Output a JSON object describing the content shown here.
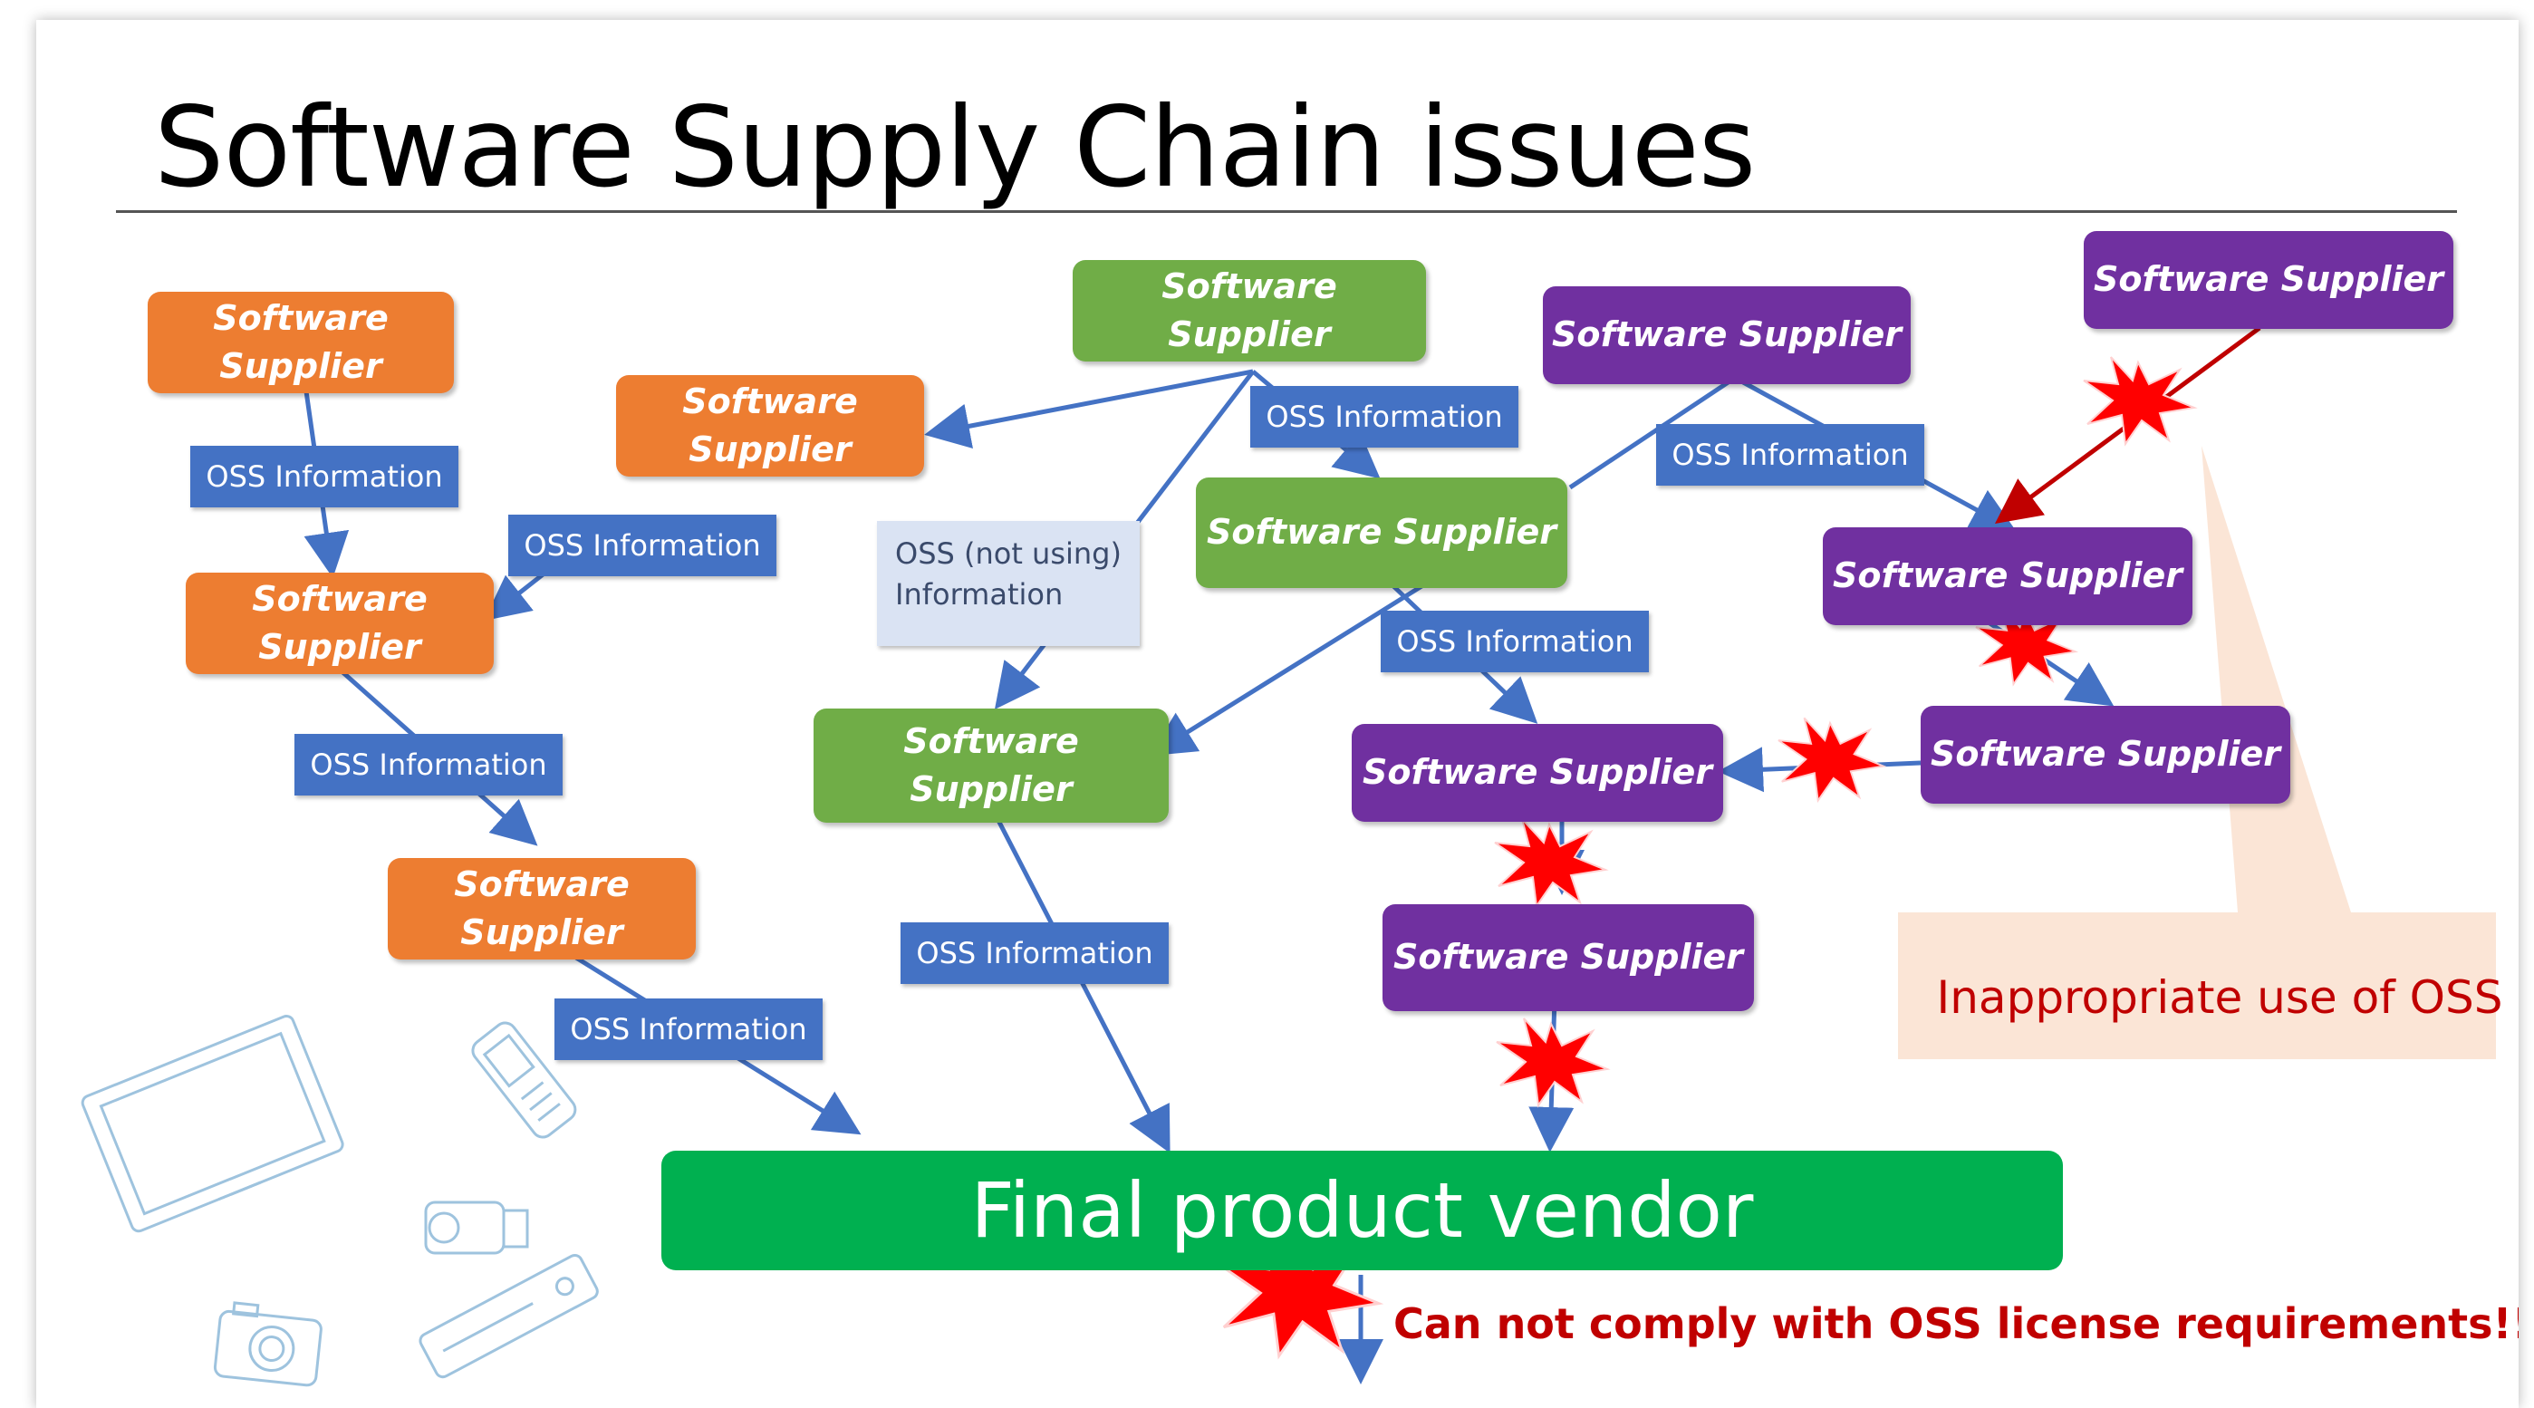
{
  "title": "Software Supply Chain issues",
  "supplier_label": "Software Supplier",
  "oss_label": "OSS Information",
  "oss_not_using_label": "OSS (not using) Information",
  "vendor_label": "Final product vendor",
  "callout_label": "Inappropriate use of OSS",
  "warning_label": "Can not comply with OSS license requirements!!",
  "colors": {
    "orange": "#ed7d31",
    "green": "#70ad47",
    "purple": "#7030a0",
    "oss_blue": "#4472c4",
    "oss_light": "#dae3f3",
    "vendor_green": "#00b050",
    "arrow_blue": "#4472c4",
    "arrow_red": "#c00000",
    "burst_red": "#ff0000",
    "callout_fill": "#fbe5d6"
  },
  "icons": [
    "tv-icon",
    "phone-icon",
    "camcorder-icon",
    "camera-icon",
    "dvd-player-icon",
    "explosion-icon"
  ]
}
